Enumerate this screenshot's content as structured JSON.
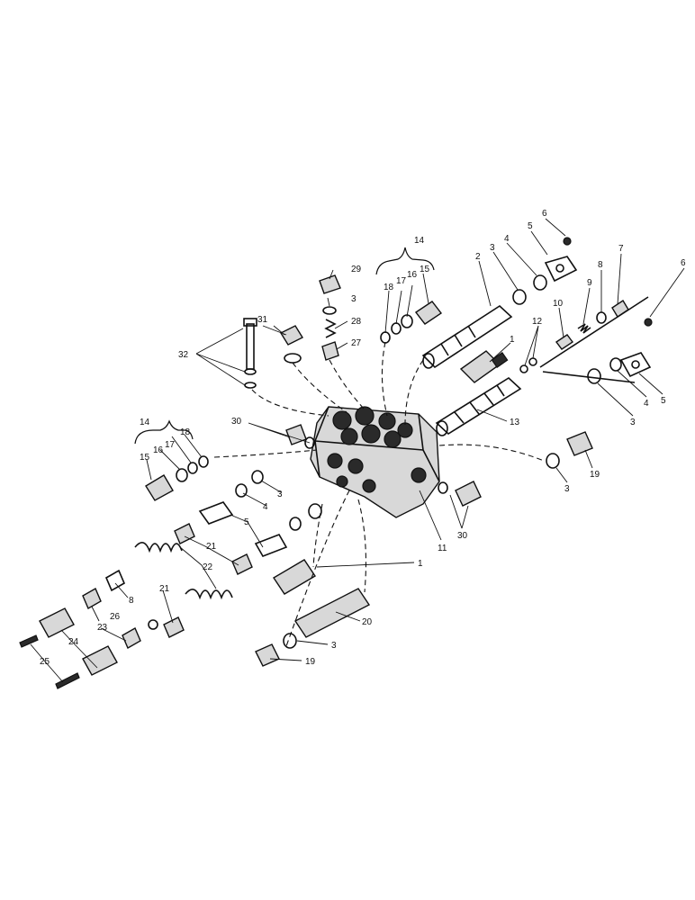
{
  "callouts": {
    "c1a": "1",
    "c1b": "1",
    "c2": "2",
    "c3a": "3",
    "c3b": "3",
    "c3c": "3",
    "c3d": "3",
    "c3e": "3",
    "c3f": "3",
    "c4a": "4",
    "c4b": "4",
    "c4c": "4",
    "c5a": "5",
    "c5b": "5",
    "c5c": "5",
    "c6a": "6",
    "c6b": "6",
    "c7": "7",
    "c8a": "8",
    "c8b": "8",
    "c9": "9",
    "c10": "10",
    "c11": "11",
    "c12": "12",
    "c13": "13",
    "c14a": "14",
    "c14b": "14",
    "c15a": "15",
    "c15b": "15",
    "c16a": "16",
    "c16b": "16",
    "c17a": "17",
    "c17b": "17",
    "c18a": "18",
    "c18b": "18",
    "c19a": "19",
    "c19b": "19",
    "c20": "20",
    "c21a": "21",
    "c21b": "21",
    "c22": "22",
    "c23": "23",
    "c24": "24",
    "c25": "25",
    "c26": "26",
    "c27": "27",
    "c28": "28",
    "c29": "29",
    "c30a": "30",
    "c30b": "30",
    "c31": "31",
    "c32": "32"
  }
}
